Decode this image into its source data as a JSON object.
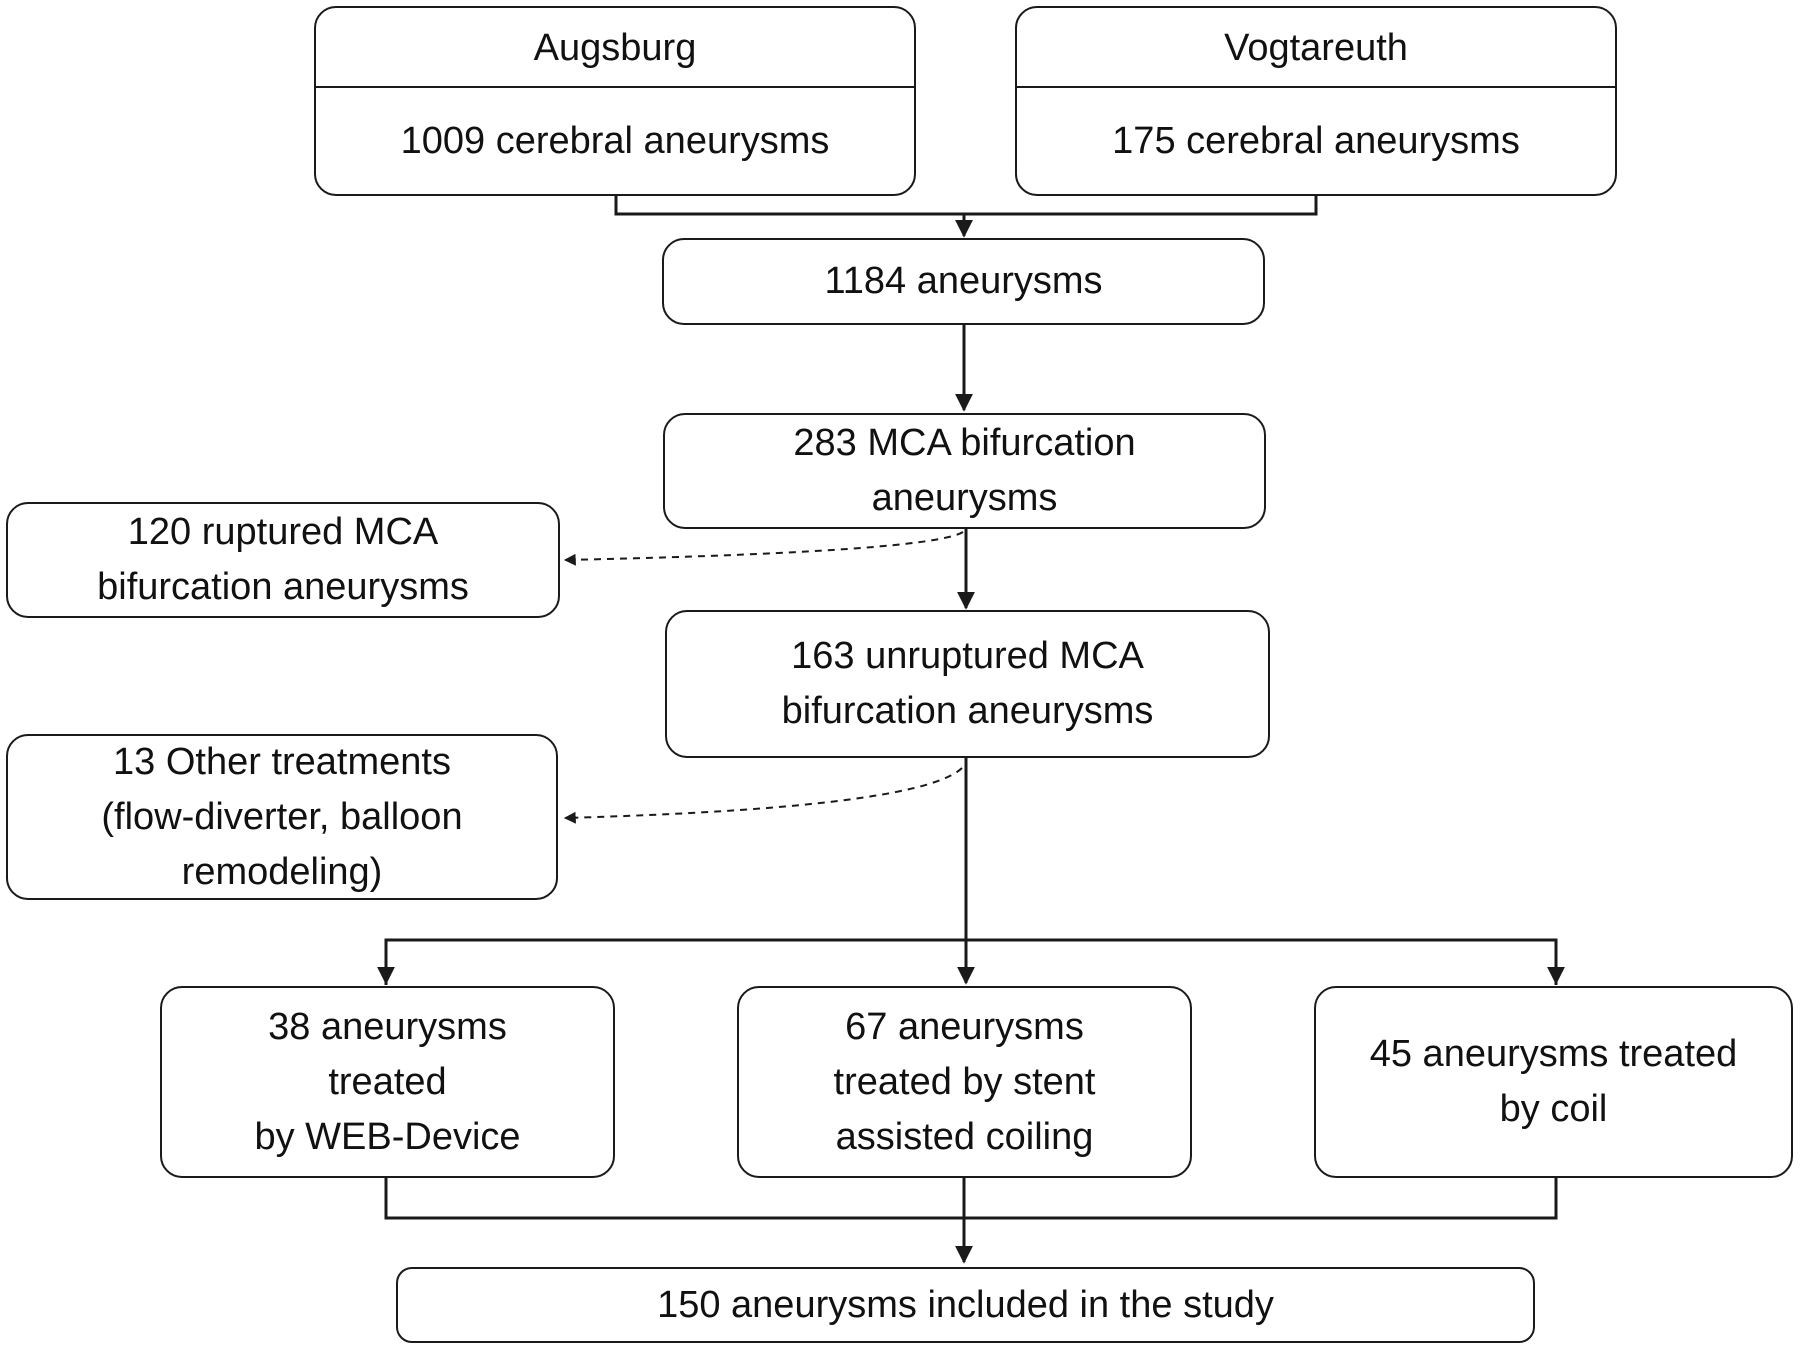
{
  "colors": {
    "stroke": "#1a1a1a",
    "background": "#ffffff",
    "text": "#111111"
  },
  "sources": [
    {
      "name": "Augsburg",
      "count_text": "1009 cerebral aneurysms"
    },
    {
      "name": "Vogtareuth",
      "count_text": "175 cerebral aneurysms"
    }
  ],
  "combined": {
    "lines": [
      "1184 aneurysms"
    ]
  },
  "mca_bifurcation": {
    "lines": [
      "283 MCA bifurcation",
      "aneurysms"
    ]
  },
  "excluded_ruptured": {
    "lines": [
      "120 ruptured MCA",
      "bifurcation aneurysms"
    ]
  },
  "unruptured": {
    "lines": [
      "163 unruptured MCA",
      "bifurcation aneurysms"
    ]
  },
  "excluded_other": {
    "lines": [
      "13 Other treatments",
      "(flow-diverter, balloon",
      "remodeling)"
    ]
  },
  "treatments": [
    {
      "lines": [
        "38 aneurysms",
        "treated",
        "by WEB-Device"
      ]
    },
    {
      "lines": [
        "67 aneurysms",
        "treated by stent",
        "assisted coiling"
      ]
    },
    {
      "lines": [
        "45 aneurysms treated",
        "by coil"
      ]
    }
  ],
  "included": {
    "lines": [
      "150 aneurysms included in the study"
    ]
  }
}
